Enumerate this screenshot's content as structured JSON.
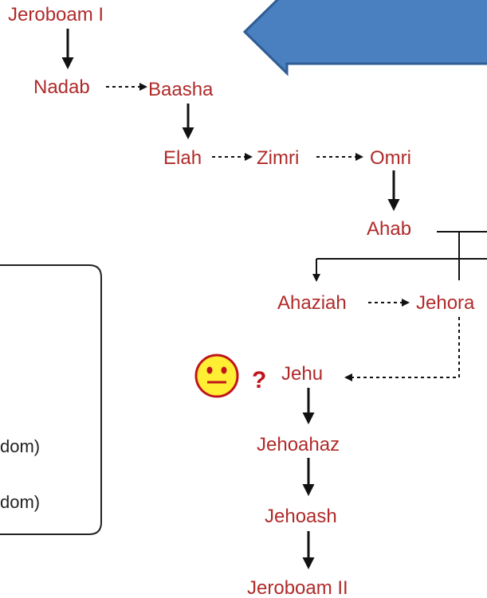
{
  "colors": {
    "king_text": "#b02a2a",
    "arrow_banner_fill": "#4a7fc0",
    "arrow_banner_stroke": "#2f5d94",
    "smiley_fill": "#ffee33",
    "smiley_stroke": "#c0141c",
    "question_mark": "#c0141c"
  },
  "kings": {
    "jeroboam_i": "Jeroboam I",
    "nadab": "Nadab",
    "baasha": "Baasha",
    "elah": "Elah",
    "zimri": "Zimri",
    "omri": "Omri",
    "ahab": "Ahab",
    "ahaziah": "Ahaziah",
    "jehoram": "Jehora",
    "jehu": "Jehu",
    "jehoahaz": "Jehoahaz",
    "jehoash": "Jehoash",
    "jeroboam_ii": "Jeroboam II"
  },
  "legend": {
    "line_1": "dom)",
    "line_2": "dom)"
  },
  "annotation": {
    "question_mark": "?",
    "smiley_icon": "smiley-face-icon"
  }
}
